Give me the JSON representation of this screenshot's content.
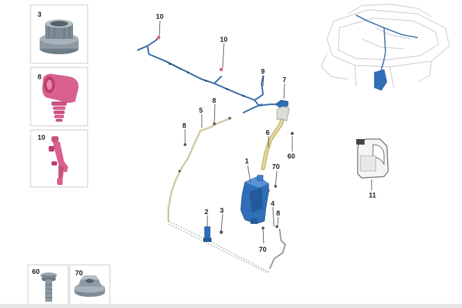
{
  "thumbnails": [
    {
      "label": "3",
      "part": "filler-neck-seal"
    },
    {
      "label": "8",
      "part": "grommet"
    },
    {
      "label": "10",
      "part": "washer-nozzle"
    },
    {
      "label": "60",
      "part": "bolt"
    },
    {
      "label": "70",
      "part": "flange-nut"
    }
  ],
  "callouts": {
    "c10a": "10",
    "c10b": "10",
    "c9": "9",
    "c7": "7",
    "c8a": "8",
    "c5": "5",
    "c8b": "8",
    "c6": "6",
    "c60": "60",
    "c70a": "70",
    "c1": "1",
    "c2": "2",
    "c3": "3",
    "c4": "4",
    "c8c": "8",
    "c70b": "70",
    "c11": "11"
  },
  "colors": {
    "pink_part": "#d9608f",
    "gray_part": "#8e9aa3",
    "blue_tank": "#2f6fb8",
    "hose_beige": "#d8d2a8",
    "line_blue": "#3a6fa8"
  }
}
